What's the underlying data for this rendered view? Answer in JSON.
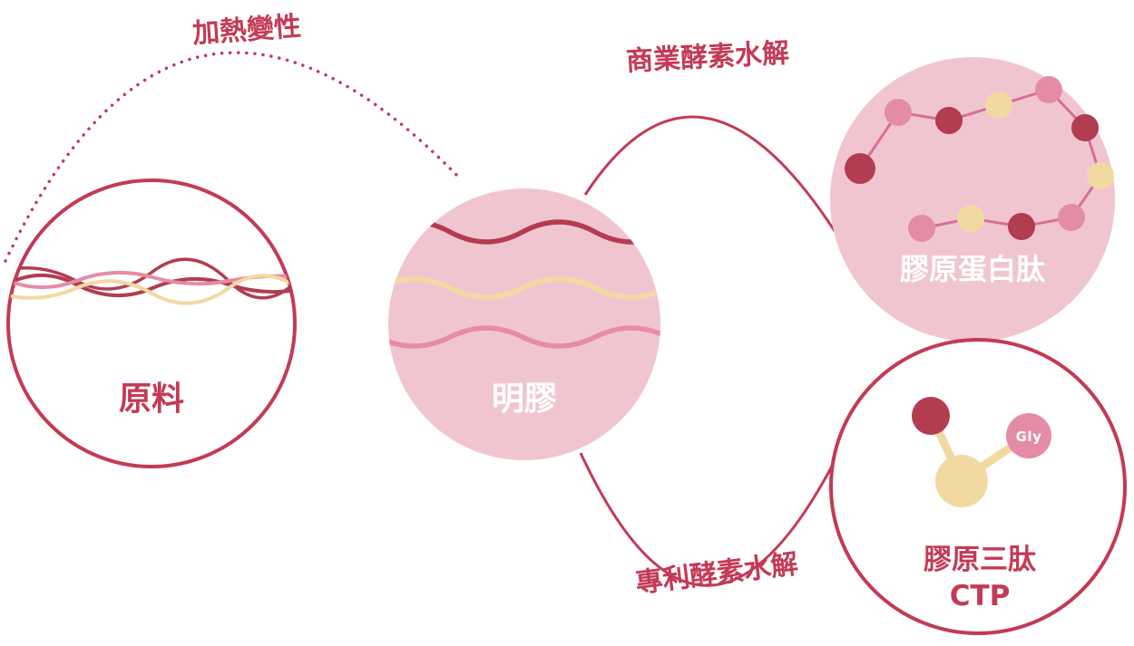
{
  "process": {
    "steps": {
      "heat_denaturation": "加熱變性",
      "commercial_enzyme_hydrolysis": "商業酵素水解",
      "patent_enzyme_hydrolysis": "專利酵素水解"
    },
    "nodes": {
      "raw_material": "原料",
      "gelatin": "明膠",
      "collagen_peptide": "膠原蛋白肽",
      "collagen_tripeptide_line1": "膠原三肽",
      "collagen_tripeptide_line2": "CTP"
    },
    "molecule_labels": {
      "gly": "Gly"
    },
    "colors": {
      "crimson": "#c43a55",
      "pink_circle_fill": "#f1c5d0",
      "dark_red": "#b23c50",
      "cream": "#f2d9a2",
      "pink": "#e48ca6",
      "white": "#ffffff"
    }
  }
}
